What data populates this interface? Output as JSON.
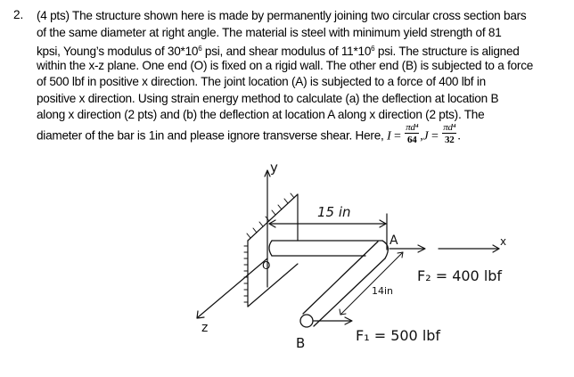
{
  "problem": {
    "number": "2.",
    "lines": [
      "(4 pts) The structure shown here is made by permanently joining two circular cross section bars",
      "of the same diameter at right angle. The material is steel with minimum yield strength of 81",
      "within the x-z plane. One end (O) is fixed on a rigid wall. The other end (B) is subjected to a force",
      "of 500 lbf in positive x direction. The joint location (A) is subjected to a force of 400 lbf in",
      "positive x direction. Using strain energy method to calculate (a) the deflection at location B",
      "along x direction (2 pts) and (b) the deflection at location A along x direction (2 pts). The",
      "diameter of the bar is 1in and please ignore transverse shear. Here,"
    ],
    "line3": {
      "part1": "kpsi, Young’s modulus of 30*10",
      "exp1": "6",
      "part2": " psi, and shear modulus of 11*10",
      "exp2": "6",
      "part3": " psi. The structure is aligned"
    },
    "formula": {
      "I_label": "I",
      "equals": "=",
      "I_num": "πd⁴",
      "I_den": "64",
      "comma": ",",
      "J_label": "J",
      "J_num": "πd⁴",
      "J_den": "32",
      "period": "."
    }
  },
  "diagram": {
    "axis_y": "y",
    "axis_x": "x",
    "axis_z": "z",
    "origin_label": "O",
    "joint_label": "A",
    "end_label": "B",
    "dim_oa": "15 in",
    "dim_ab": "14in",
    "force_a": "F₂ = 400 lbf",
    "force_b": "F₁ = 500 lbf"
  }
}
